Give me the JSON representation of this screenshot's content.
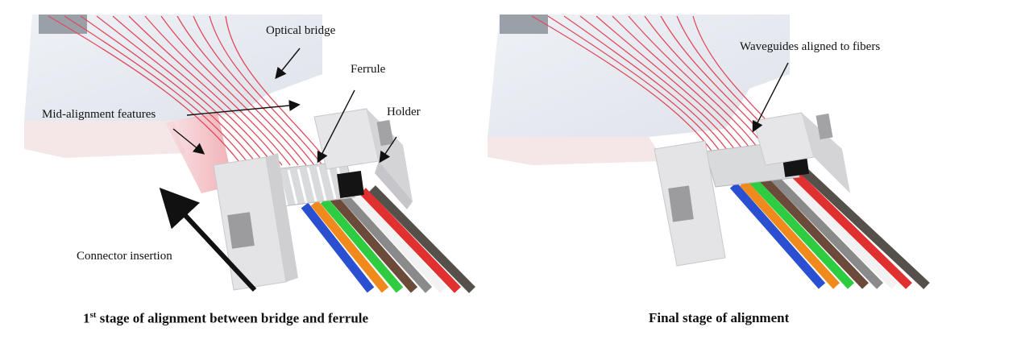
{
  "left_panel": {
    "labels": {
      "optical_bridge": "Optical bridge",
      "ferrule": "Ferrule",
      "mid_alignment": "Mid-alignment features",
      "holder": "Holder",
      "connector_insertion": "Connector insertion"
    },
    "caption": {
      "number": "1",
      "superscript": "st",
      "text": "stage of alignment between bridge and ferrule"
    }
  },
  "right_panel": {
    "labels": {
      "waveguides": "Waveguides aligned to fibers"
    },
    "caption": "Final stage of alignment"
  },
  "fiber_colors": [
    "#2a4fd0",
    "#f08a1c",
    "#2ecc40",
    "#6b4a3a",
    "#8a8a8a",
    "#f2f2f2",
    "#e03030",
    "#111111"
  ]
}
